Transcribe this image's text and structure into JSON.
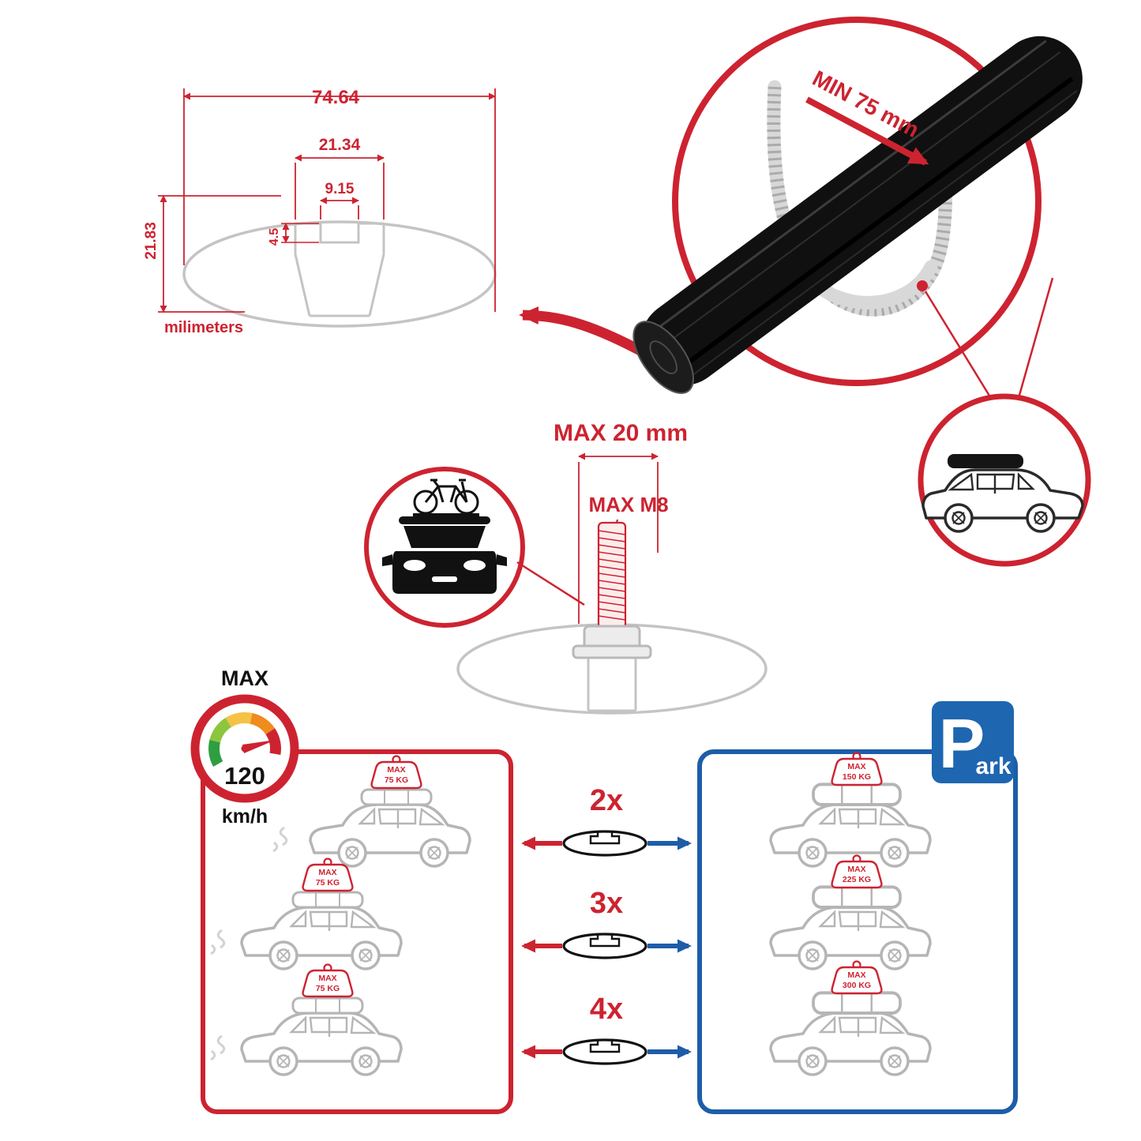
{
  "colors": {
    "red": "#cd2330",
    "blue": "#1d5da8",
    "gray": "#c4c4c4",
    "black": "#111111"
  },
  "technical_drawing": {
    "overall_width": "74.64",
    "channel_width": "21.34",
    "slot_width": "9.15",
    "slot_depth": "4.5",
    "overall_height": "21.83",
    "units": "milimeters"
  },
  "clamp_detail": {
    "min_clearance": "MIN 75 mm"
  },
  "bolt_detail": {
    "max_length": "MAX 20 mm",
    "max_thread": "MAX M8"
  },
  "speed_limit": {
    "label": "MAX",
    "value": "120",
    "unit": "km/h"
  },
  "capacity_chart": {
    "multipliers": [
      "2x",
      "3x",
      "4x"
    ],
    "moving_panel": {
      "cars": [
        {
          "badge_label": "MAX",
          "weight": "75 KG"
        },
        {
          "badge_label": "MAX",
          "weight": "75 KG"
        },
        {
          "badge_label": "MAX",
          "weight": "75 KG"
        }
      ]
    },
    "parked_panel": {
      "cars": [
        {
          "badge_label": "MAX",
          "weight": "150 KG"
        },
        {
          "badge_label": "MAX",
          "weight": "225 KG"
        },
        {
          "badge_label": "MAX",
          "weight": "300 KG"
        }
      ]
    },
    "park_sign": {
      "letter": "P",
      "suffix": "ark"
    }
  }
}
